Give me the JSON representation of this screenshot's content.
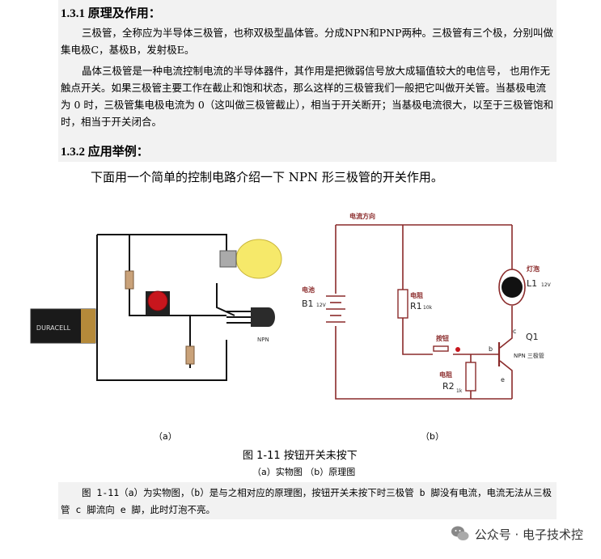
{
  "section1": {
    "heading": "1.3.1  原理及作用：",
    "para1": "三极管，全称应为半导体三极管，也称双极型晶体管。分成NPN和PNP两种。三极管有三个极，分别叫做集电极C，基极B，发射极E。",
    "para2": "晶体三极管是一种电流控制电流的半导体器件，其作用是把微弱信号放大成辐值较大的电信号，  也用作无触点开关。如果三极管主要工作在截止和饱和状态，那么这样的三极管我们一般把它叫做开关管。当基极电流为 0 时，三极管集电极电流为 0（这叫做三极管截止），相当于开关断开；当基极电流很大，以至于三极管饱和时，相当于开关闭合。"
  },
  "section2": {
    "heading": "1.3.2  应用举例：",
    "lead": "下面用一个简单的控制电路介绍一下 NPN 形三极管的开关作用。"
  },
  "figure": {
    "photo_label": "（a）",
    "schematic_label": "（b）",
    "photo_transistor_label": "NPN",
    "battery_text": "DURACELL",
    "schematic": {
      "current_dir": "电流方向",
      "battery_name": "电池",
      "battery_ref": "B1",
      "battery_volt": "12V",
      "r1_name": "电阻",
      "r1_ref": "R1",
      "r1_val": "10k",
      "button_name": "按钮",
      "lamp_name": "灯泡",
      "lamp_ref": "L1",
      "lamp_volt": "12V",
      "q_ref": "Q1",
      "q_type": "NPN 三极管",
      "pin_c": "c",
      "pin_b": "b",
      "pin_e": "e",
      "r2_name": "电阻",
      "r2_ref": "R2",
      "r2_val": "1k"
    }
  },
  "caption": {
    "title": "图 1-11  按钮开关未按下",
    "sub": "（a）实物图    （b）原理图",
    "desc": "图 1-11（a）为实物图，（b）是与之相对应的原理图，按钮开关未按下时三极管 b 脚没有电流，电流无法从三极管 c 脚流向 e 脚，此时灯泡不亮。"
  },
  "watermark": {
    "text": "公众号 · 电子技术控",
    "icon": "wechat-icon"
  }
}
